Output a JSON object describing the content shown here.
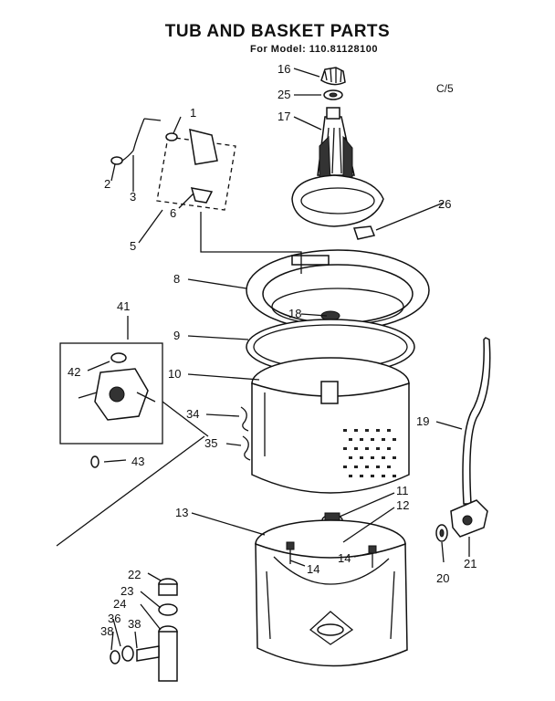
{
  "header": {
    "title": "TUB AND BASKET PARTS",
    "model": "For Model: 110.81128100",
    "page_code": "C/5"
  },
  "callouts": [
    {
      "id": "c1",
      "label": "1"
    },
    {
      "id": "c2",
      "label": "2"
    },
    {
      "id": "c3",
      "label": "3"
    },
    {
      "id": "c5",
      "label": "5"
    },
    {
      "id": "c6",
      "label": "6"
    },
    {
      "id": "c8",
      "label": "8"
    },
    {
      "id": "c9",
      "label": "9"
    },
    {
      "id": "c10",
      "label": "10"
    },
    {
      "id": "c11",
      "label": "11"
    },
    {
      "id": "c12",
      "label": "12"
    },
    {
      "id": "c13",
      "label": "13"
    },
    {
      "id": "c14a",
      "label": "14"
    },
    {
      "id": "c14b",
      "label": "14"
    },
    {
      "id": "c16",
      "label": "16"
    },
    {
      "id": "c17",
      "label": "17"
    },
    {
      "id": "c18",
      "label": "18"
    },
    {
      "id": "c19",
      "label": "19"
    },
    {
      "id": "c20",
      "label": "20"
    },
    {
      "id": "c21",
      "label": "21"
    },
    {
      "id": "c22",
      "label": "22"
    },
    {
      "id": "c23",
      "label": "23"
    },
    {
      "id": "c24",
      "label": "24"
    },
    {
      "id": "c25",
      "label": "25"
    },
    {
      "id": "c26",
      "label": "26"
    },
    {
      "id": "c34",
      "label": "34"
    },
    {
      "id": "c35",
      "label": "35"
    },
    {
      "id": "c36",
      "label": "36"
    },
    {
      "id": "c38a",
      "label": "38"
    },
    {
      "id": "c38b",
      "label": "38"
    },
    {
      "id": "c41",
      "label": "41"
    },
    {
      "id": "c42",
      "label": "42"
    },
    {
      "id": "c43",
      "label": "43"
    }
  ]
}
